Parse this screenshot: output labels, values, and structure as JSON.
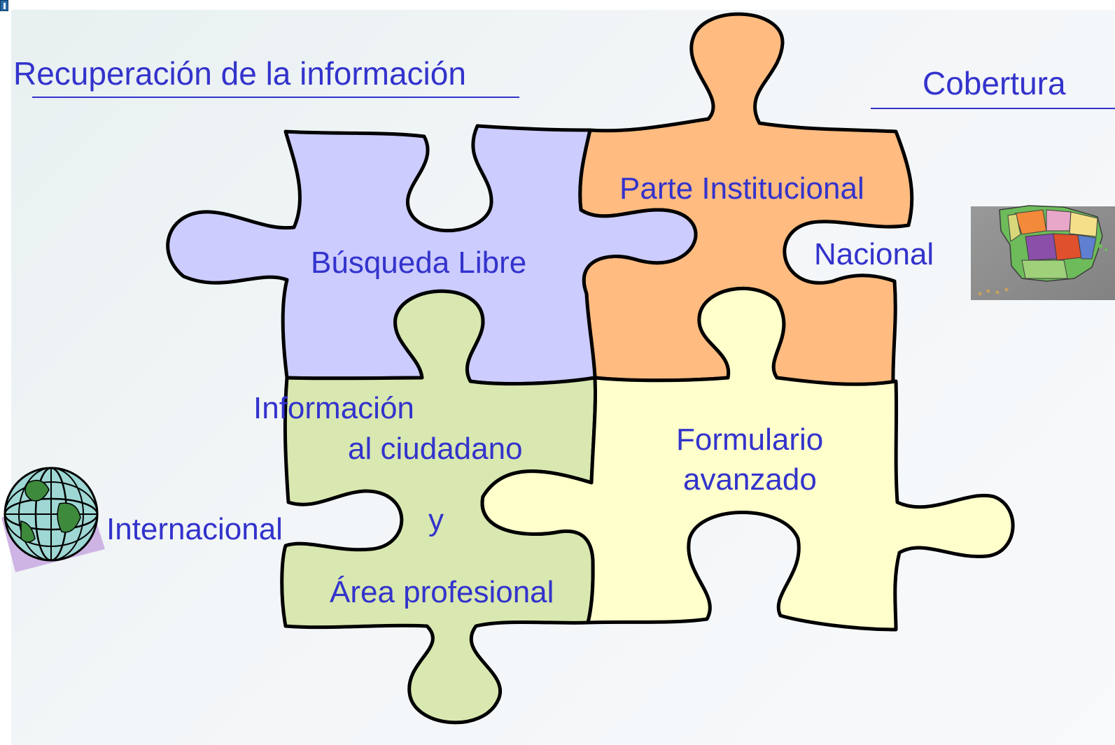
{
  "slide": {
    "title_left": "Recuperación de la información",
    "title_right": "Cobertura"
  },
  "pieces": {
    "busqueda": {
      "label": "Búsqueda Libre",
      "color": "#ccccff"
    },
    "institucional": {
      "label": "Parte Institucional",
      "color": "#ffbb80"
    },
    "ciudadano": {
      "line1": "Información",
      "line2": "al ciudadano",
      "line3": "y",
      "line4": "Área profesional",
      "color": "#d8e8b0"
    },
    "formulario": {
      "line1": "Formulario",
      "line2": "avanzado",
      "color": "#ffffcc"
    }
  },
  "coverage": {
    "nacional": "Nacional",
    "internacional": "Internacional"
  },
  "icons": {
    "map": "spain-map-icon",
    "globe": "globe-icon"
  },
  "colors": {
    "text": "#3333cc",
    "outline": "#000000"
  }
}
